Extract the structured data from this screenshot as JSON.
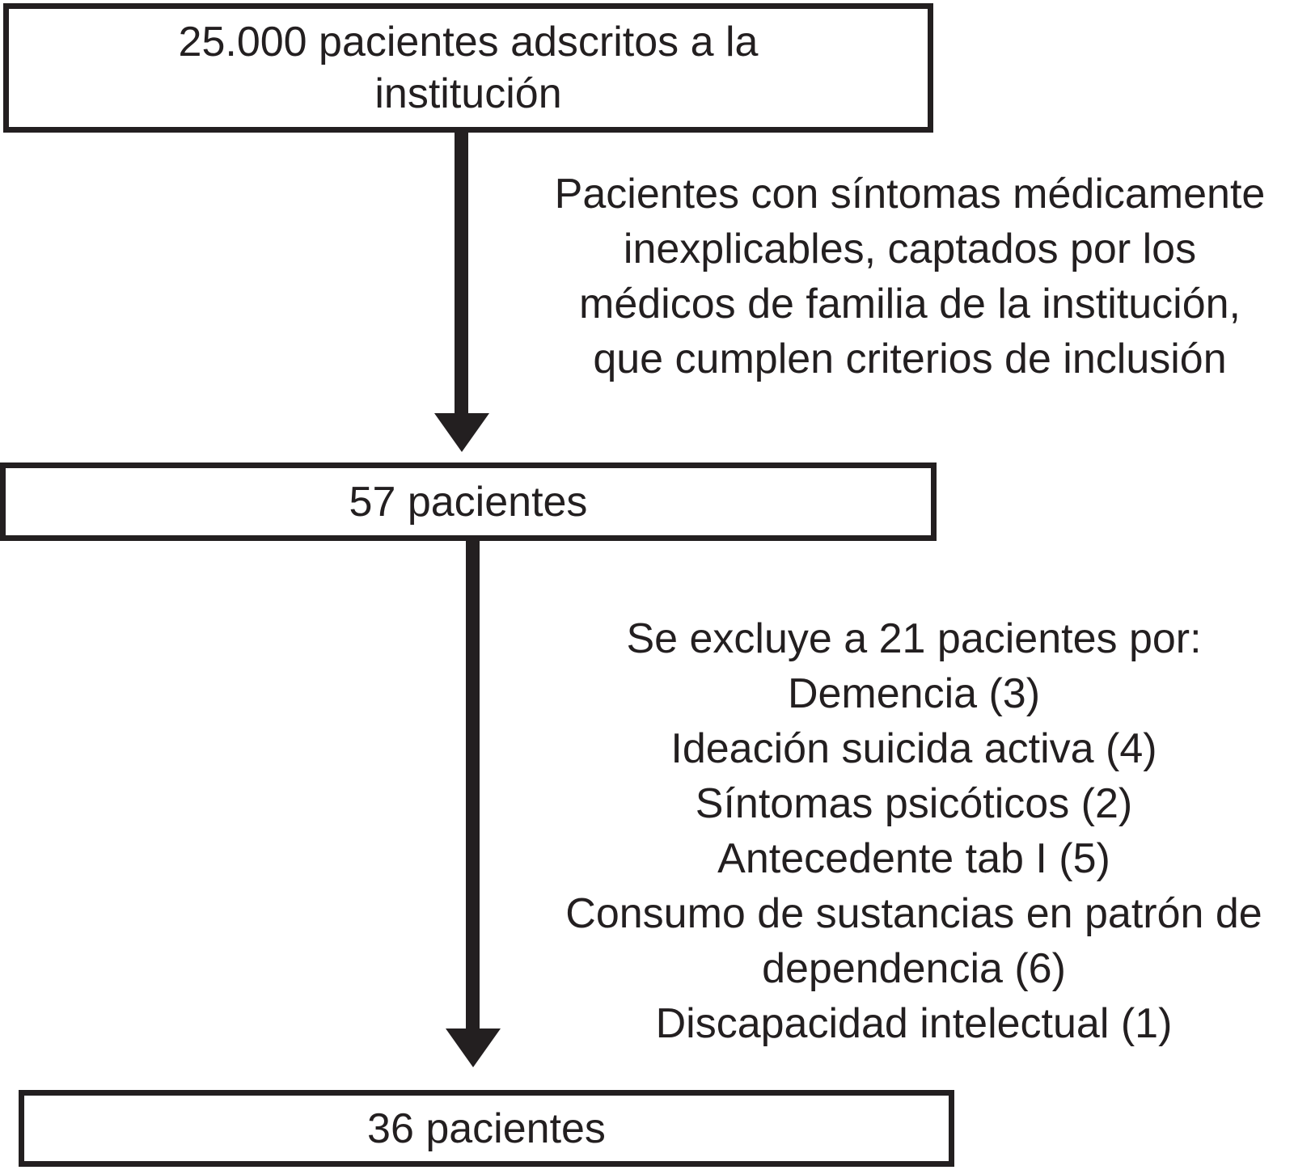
{
  "colors": {
    "ink": "#231f20",
    "paper": "#ffffff"
  },
  "flowchart": {
    "nodes": {
      "start": {
        "lines": [
          "25.000 pacientes adscritos a la",
          "institución"
        ]
      },
      "middle": {
        "label": "57 pacientes"
      },
      "end": {
        "label": "36 pacientes"
      }
    },
    "annotations": {
      "inclusion": {
        "lines": [
          "Pacientes con síntomas médicamente",
          "inexplicables, captados por los",
          "médicos de familia de la institución,",
          "que cumplen criterios de inclusión"
        ]
      },
      "exclusion": {
        "lines": [
          "Se excluye a 21 pacientes por:",
          "Demencia (3)",
          "Ideación suicida activa (4)",
          "Síntomas psicóticos (2)",
          "Antecedente tab I (5)",
          "Consumo de sustancias en patrón de",
          "dependencia (6)",
          "Discapacidad intelectual (1)"
        ]
      }
    }
  }
}
